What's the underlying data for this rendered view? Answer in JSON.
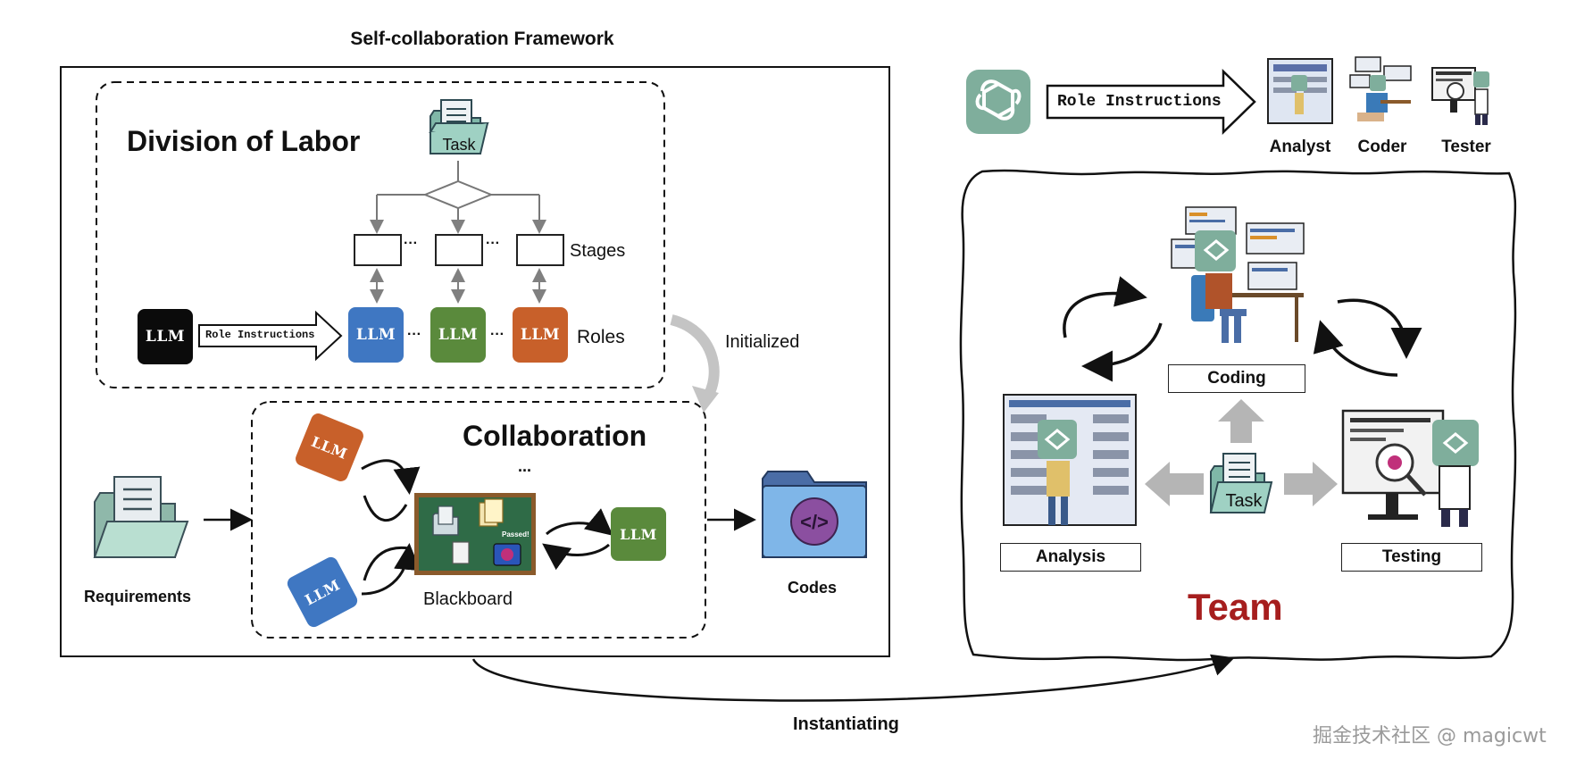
{
  "framework": {
    "title": "Self-collaboration Framework",
    "division": {
      "title": "Division of Labor",
      "task_label": "Task",
      "stages_label": "Stages",
      "roles_label": "Roles",
      "ellipsis": "···",
      "llm_label": "LLM",
      "role_instructions": "Role Instructions"
    },
    "initialized_label": "Initialized",
    "collaboration": {
      "title": "Collaboration",
      "ellipsis": "...",
      "blackboard_label": "Blackboard",
      "passed_note": "Passed!",
      "llm_label": "LLM"
    },
    "requirements_label": "Requirements",
    "codes_label": "Codes"
  },
  "instantiating_label": "Instantiating",
  "right_panel": {
    "role_instructions": "Role Instructions",
    "roles": [
      "Analyst",
      "Coder",
      "Tester"
    ],
    "team": {
      "title": "Team",
      "coding_label": "Coding",
      "analysis_label": "Analysis",
      "testing_label": "Testing",
      "task_label": "Task"
    }
  },
  "watermark": "掘金技术社区 @ magicwt",
  "colors": {
    "llm_blue": "#3f77c2",
    "llm_green": "#5a8a3c",
    "llm_orange": "#c8602a",
    "llm_black": "#0b0b0b",
    "openai_teal": "#7fae9c",
    "team_red": "#a61e1e",
    "blackboard_green": "#2f6b47",
    "blackboard_frame": "#8a5a2b"
  }
}
